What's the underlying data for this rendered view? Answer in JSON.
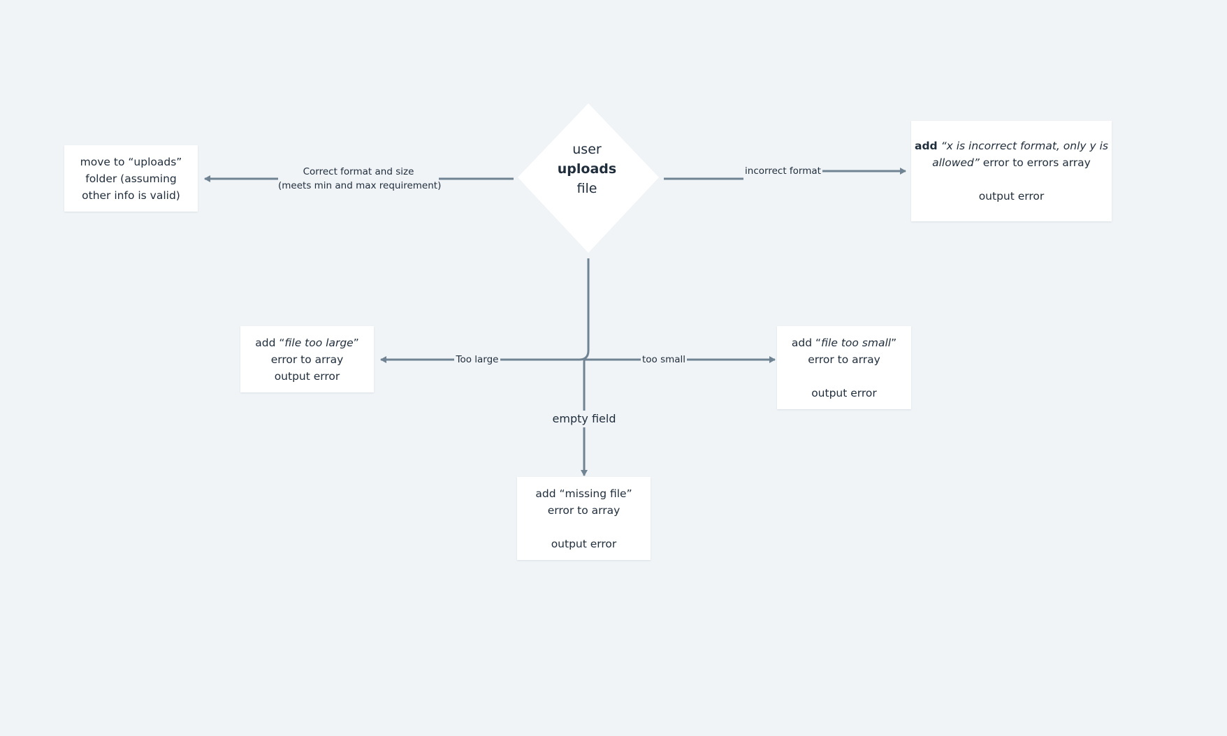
{
  "colors": {
    "background": "#f0f4f7",
    "node_fill": "#ffffff",
    "connector": "#6f8393",
    "text": "#1f2c3a"
  },
  "decision": {
    "line1": "user",
    "line2": "uploads",
    "line3": "file"
  },
  "nodes": {
    "uploads_folder": {
      "line1": "move to “uploads”",
      "line2": "folder (assuming",
      "line3": "other info is valid)"
    },
    "incorrect_format_error": {
      "line1_bold": "add",
      "line1_italic": " “x is incorrect format, only y is",
      "line2_italic": "allowed”",
      "line2_rest": " error to errors array",
      "line3": "output error"
    },
    "too_large_error": {
      "line1_prefix": "add “",
      "line1_italic": "file too large",
      "line1_suffix": "”",
      "line2": "error to array",
      "line3": "output error"
    },
    "too_small_error": {
      "line1_prefix": "add “",
      "line1_italic": "file too small",
      "line1_suffix": "”",
      "line2": "error to array",
      "line3": "output error"
    },
    "missing_file_error": {
      "line1": "add “missing file”",
      "line2": "error to array",
      "line3": "output error"
    }
  },
  "edges": {
    "correct_format": {
      "line1": "Correct format  and size",
      "line2": "(meets min and max requirement)"
    },
    "incorrect_format": "incorrect format",
    "too_large": "Too large",
    "too_small": "too small",
    "empty_field": "empty field"
  }
}
